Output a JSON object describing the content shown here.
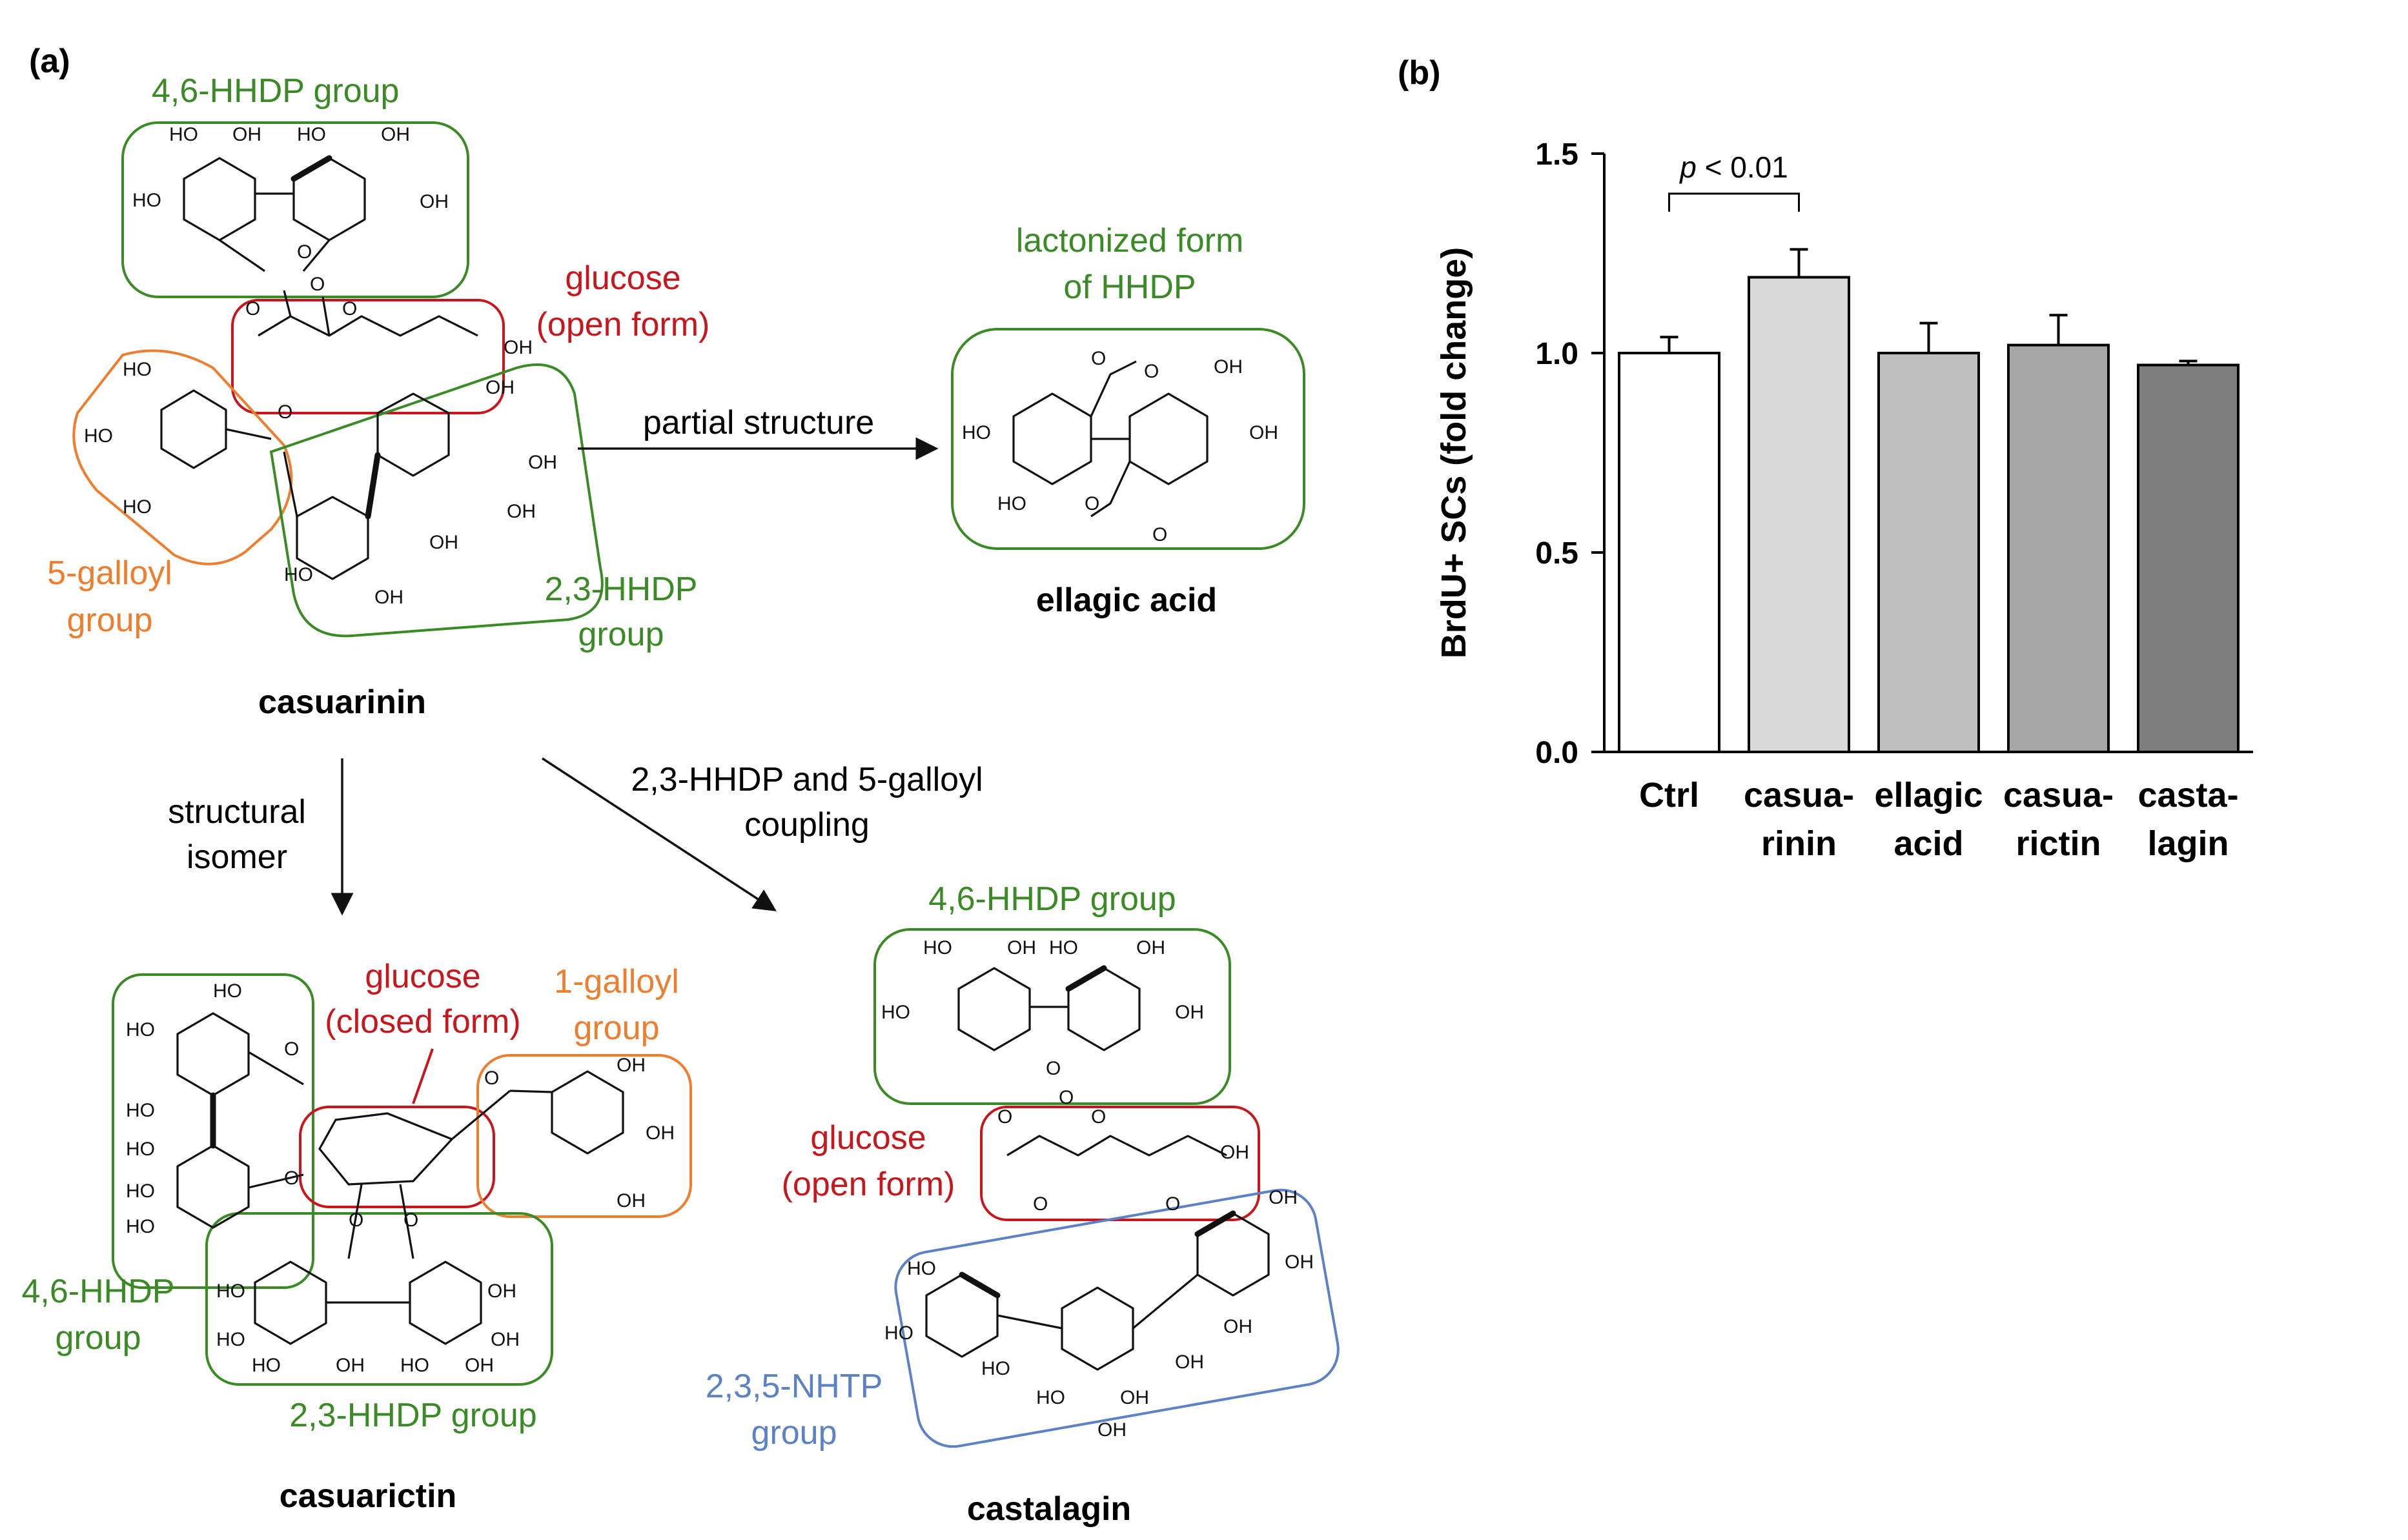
{
  "panel_a": {
    "panel_label": "(a)",
    "colors": {
      "green": "#3a8a25",
      "red": "#c8161d",
      "orange": "#ef7d2e",
      "blue": "#5b82c6",
      "black": "#111111"
    },
    "atom_labels": {
      "hydroxyl": "HO",
      "hydroxyl_r": "OH",
      "oxygen": "O"
    },
    "casuarinin": {
      "name": "casuarinin",
      "hhdp_46": "4,6-HHDP group",
      "glucose": [
        "glucose",
        "(open form)"
      ],
      "galloyl_5": [
        "5-galloyl",
        "group"
      ],
      "hhdp_23": [
        "2,3-HHDP",
        "group"
      ]
    },
    "ellagic_acid": {
      "name": "ellagic acid",
      "note": [
        "lactonized form",
        "of HHDP"
      ]
    },
    "casuarictin": {
      "name": "casuarictin",
      "glucose": [
        "glucose",
        "(closed form)"
      ],
      "galloyl_1": [
        "1-galloyl",
        "group"
      ],
      "hhdp_46": [
        "4,6-HHDP",
        "group"
      ],
      "hhdp_23": "2,3-HHDP group"
    },
    "castalagin": {
      "name": "castalagin",
      "hhdp_46": "4,6-HHDP group",
      "glucose": [
        "glucose",
        "(open form)"
      ],
      "nhtp": [
        "2,3,5-NHTP",
        "group"
      ]
    },
    "arrows": {
      "partial": "partial structure",
      "isomer": [
        "structural",
        "isomer"
      ],
      "coupling": [
        "2,3-HHDP and 5-galloyl",
        "coupling"
      ]
    }
  },
  "panel_b": {
    "panel_label": "(b)",
    "chart_data": {
      "type": "bar",
      "categories": [
        [
          "Ctrl"
        ],
        [
          "casua-",
          "rinin"
        ],
        [
          "ellagic",
          "acid"
        ],
        [
          "casua-",
          "rictin"
        ],
        [
          "casta-",
          "lagin"
        ]
      ],
      "values": [
        1.0,
        1.19,
        1.0,
        1.02,
        0.97
      ],
      "errors": [
        0.04,
        0.07,
        0.075,
        0.075,
        0.01
      ],
      "bar_colors": [
        "#ffffff",
        "#d9d9d9",
        "#bfbfbf",
        "#a6a6a6",
        "#7f7f7f"
      ],
      "ylabel": "BrdU+ SCs (fold change)",
      "ylim": [
        0,
        1.5
      ],
      "yticks": [
        "0.0",
        "0.5",
        "1.0",
        "1.5"
      ],
      "grid": false,
      "annotation": {
        "p": "p",
        "text": " < 0.01",
        "from": 0,
        "to": 1
      }
    }
  }
}
